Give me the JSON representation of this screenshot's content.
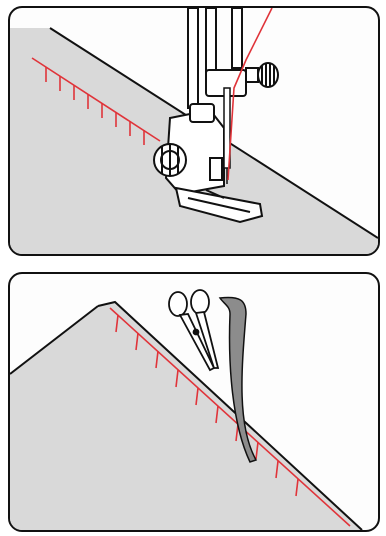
{
  "figure": {
    "panels": [
      {
        "id": "sewing",
        "depicts": [
          "fabric",
          "presser-foot",
          "needle",
          "red-thread",
          "stitches"
        ]
      },
      {
        "id": "trimming",
        "depicts": [
          "fabric",
          "red-stitches",
          "scissors",
          "cut-seam-allowance"
        ]
      }
    ],
    "colors": {
      "fabric": "#d9d9d9",
      "stitch": "#e0343a",
      "line": "#111111",
      "metal": "#ffffff",
      "trim": "#8c8c8c"
    },
    "icons": [
      "presser-foot-icon",
      "needle-icon",
      "scissors-icon"
    ]
  }
}
